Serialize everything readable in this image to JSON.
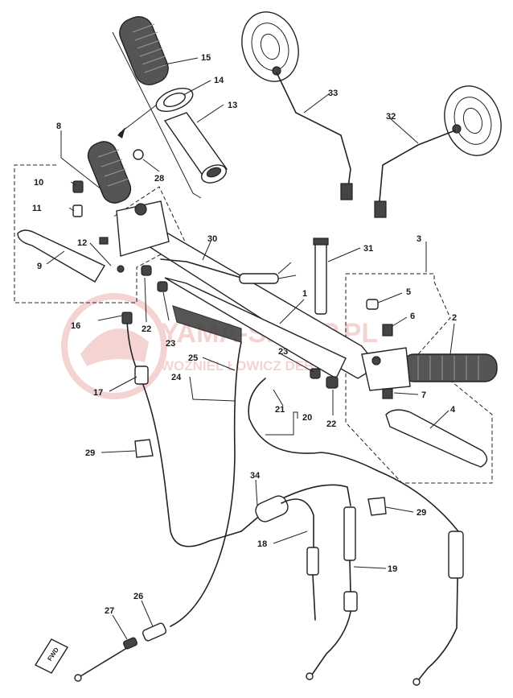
{
  "labels": {
    "p1": "1",
    "p2": "2",
    "p3": "3",
    "p4": "4",
    "p5": "5",
    "p6": "6",
    "p7": "7",
    "p8": "8",
    "p9": "9",
    "p10": "10",
    "p11": "11",
    "p12": "12",
    "p13": "13",
    "p14": "14",
    "p15": "15",
    "p16": "16",
    "p17": "17",
    "p18": "18",
    "p19": "19",
    "p20": "20",
    "p21": "21",
    "p22a": "22",
    "p22b": "22",
    "p23a": "23",
    "p23b": "23",
    "p24": "24",
    "p25": "25",
    "p26": "26",
    "p27": "27",
    "p28": "28",
    "p29a": "29",
    "p29b": "29",
    "p30": "30",
    "p31": "31",
    "p32": "32",
    "p33": "33",
    "p34": "34"
  },
  "front_marker": "FWD",
  "watermark": {
    "title": "YAMA-SKLEP.PL",
    "subtitle": "WOŹNIEL ŁOWICZ DEB..."
  },
  "colors": {
    "ink": "#222222",
    "watermark": "#e8a0a0"
  },
  "icons": {
    "front_marker": "arrow-fwd-icon",
    "watermark_logo": "helmet-logo-icon"
  }
}
